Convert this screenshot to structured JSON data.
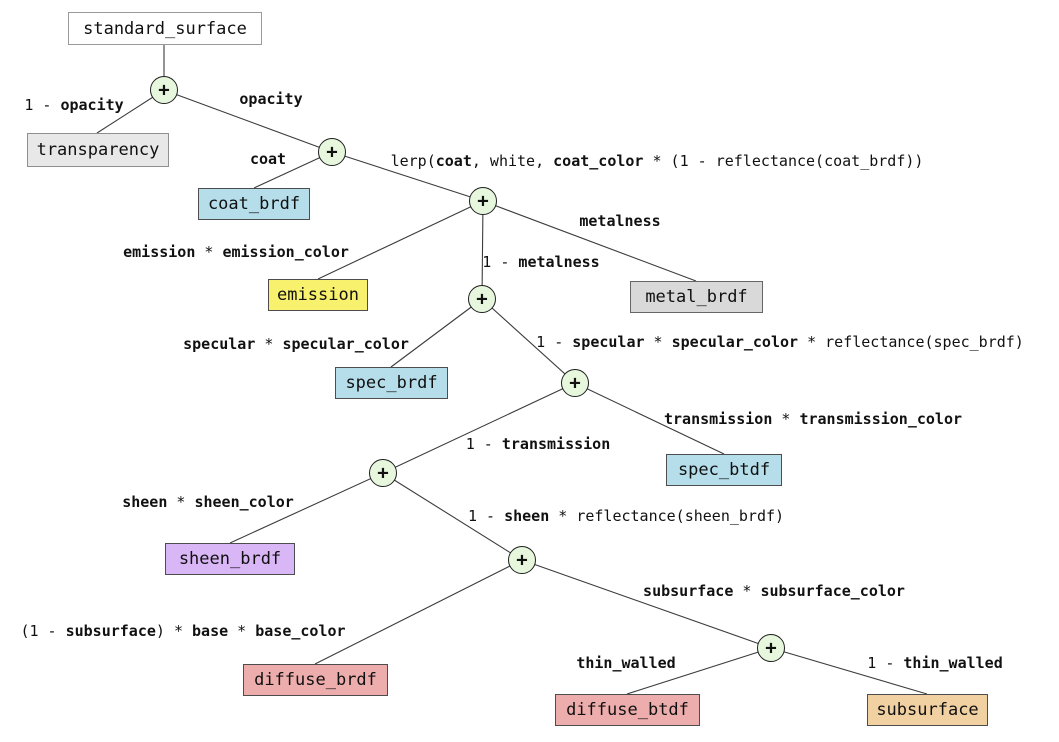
{
  "diagram": {
    "plus_symbol": "+",
    "boxes": {
      "standard_surface": "standard_surface",
      "transparency": "transparency",
      "coat_brdf": "coat_brdf",
      "emission": "emission",
      "metal_brdf": "metal_brdf",
      "spec_brdf": "spec_brdf",
      "spec_btdf": "spec_btdf",
      "sheen_brdf": "sheen_brdf",
      "diffuse_brdf": "diffuse_brdf",
      "diffuse_btdf": "diffuse_btdf",
      "subsurface": "subsurface"
    },
    "edge_labels": {
      "opacity_inv": [
        {
          "t": "1 - "
        },
        {
          "t": "opacity",
          "b": true
        }
      ],
      "opacity": [
        {
          "t": "opacity",
          "b": true
        }
      ],
      "coat": [
        {
          "t": "coat",
          "b": true
        }
      ],
      "coat_lerp": [
        {
          "t": "lerp("
        },
        {
          "t": "coat",
          "b": true
        },
        {
          "t": ", white, "
        },
        {
          "t": "coat_color",
          "b": true
        },
        {
          "t": " * (1 - reflectance(coat_brdf))"
        }
      ],
      "emission": [
        {
          "t": "emission",
          "b": true
        },
        {
          "t": " * "
        },
        {
          "t": "emission_color",
          "b": true
        }
      ],
      "metalness": [
        {
          "t": "metalness",
          "b": true
        }
      ],
      "metalness_inv": [
        {
          "t": "1 - "
        },
        {
          "t": "metalness",
          "b": true
        }
      ],
      "specular": [
        {
          "t": "specular",
          "b": true
        },
        {
          "t": " * "
        },
        {
          "t": "specular_color",
          "b": true
        }
      ],
      "specular_inv": [
        {
          "t": "1 - "
        },
        {
          "t": "specular",
          "b": true
        },
        {
          "t": " * "
        },
        {
          "t": "specular_color",
          "b": true
        },
        {
          "t": " * reflectance(spec_brdf)"
        }
      ],
      "transmission_inv": [
        {
          "t": "1 - "
        },
        {
          "t": "transmission",
          "b": true
        }
      ],
      "transmission": [
        {
          "t": "transmission",
          "b": true
        },
        {
          "t": " * "
        },
        {
          "t": "transmission_color",
          "b": true
        }
      ],
      "sheen": [
        {
          "t": "sheen",
          "b": true
        },
        {
          "t": " * "
        },
        {
          "t": "sheen_color",
          "b": true
        }
      ],
      "sheen_inv": [
        {
          "t": "1 - "
        },
        {
          "t": "sheen",
          "b": true
        },
        {
          "t": " * reflectance(sheen_brdf)"
        }
      ],
      "base": [
        {
          "t": "(1 - "
        },
        {
          "t": "subsurface",
          "b": true
        },
        {
          "t": ") * "
        },
        {
          "t": "base",
          "b": true
        },
        {
          "t": " * "
        },
        {
          "t": "base_color",
          "b": true
        }
      ],
      "subsurface": [
        {
          "t": "subsurface",
          "b": true
        },
        {
          "t": " * "
        },
        {
          "t": "subsurface_color",
          "b": true
        }
      ],
      "thin_walled": [
        {
          "t": "thin_walled",
          "b": true
        }
      ],
      "thin_walled_inv": [
        {
          "t": "1 - "
        },
        {
          "t": "thin_walled",
          "b": true
        }
      ]
    },
    "structure": {
      "root": "standard_surface",
      "edges": [
        {
          "from": "standard_surface",
          "to": "add-node-opacity"
        },
        {
          "from": "add-node-opacity",
          "to": "transparency",
          "label": "opacity_inv"
        },
        {
          "from": "add-node-opacity",
          "to": "add-node-coat",
          "label": "opacity"
        },
        {
          "from": "add-node-coat",
          "to": "coat_brdf",
          "label": "coat"
        },
        {
          "from": "add-node-coat",
          "to": "add-node-metalness",
          "label": "coat_lerp"
        },
        {
          "from": "add-node-metalness",
          "to": "emission",
          "label": "emission"
        },
        {
          "from": "add-node-metalness",
          "to": "add-node-specular",
          "label": "metalness_inv"
        },
        {
          "from": "add-node-metalness",
          "to": "metal_brdf",
          "label": "metalness"
        },
        {
          "from": "add-node-specular",
          "to": "spec_brdf",
          "label": "specular"
        },
        {
          "from": "add-node-specular",
          "to": "add-node-transmission",
          "label": "specular_inv"
        },
        {
          "from": "add-node-transmission",
          "to": "add-node-sheen",
          "label": "transmission_inv"
        },
        {
          "from": "add-node-transmission",
          "to": "spec_btdf",
          "label": "transmission"
        },
        {
          "from": "add-node-sheen",
          "to": "sheen_brdf",
          "label": "sheen"
        },
        {
          "from": "add-node-sheen",
          "to": "add-node-subsurface",
          "label": "sheen_inv"
        },
        {
          "from": "add-node-subsurface",
          "to": "diffuse_brdf",
          "label": "base"
        },
        {
          "from": "add-node-subsurface",
          "to": "add-node-thin-walled",
          "label": "subsurface"
        },
        {
          "from": "add-node-thin-walled",
          "to": "diffuse_btdf",
          "label": "thin_walled"
        },
        {
          "from": "add-node-thin-walled",
          "to": "subsurface",
          "label": "thin_walled_inv"
        }
      ]
    },
    "colors": {
      "node_fill": "#e6f7dd",
      "blue": "#b5deea",
      "yellow": "#f8f16d",
      "gray_light": "#e8e8e8",
      "gray": "#d9d9d9",
      "purple": "#d9b6f6",
      "pink": "#eeadad",
      "tan": "#f1d0a2",
      "white": "#ffffff"
    }
  }
}
